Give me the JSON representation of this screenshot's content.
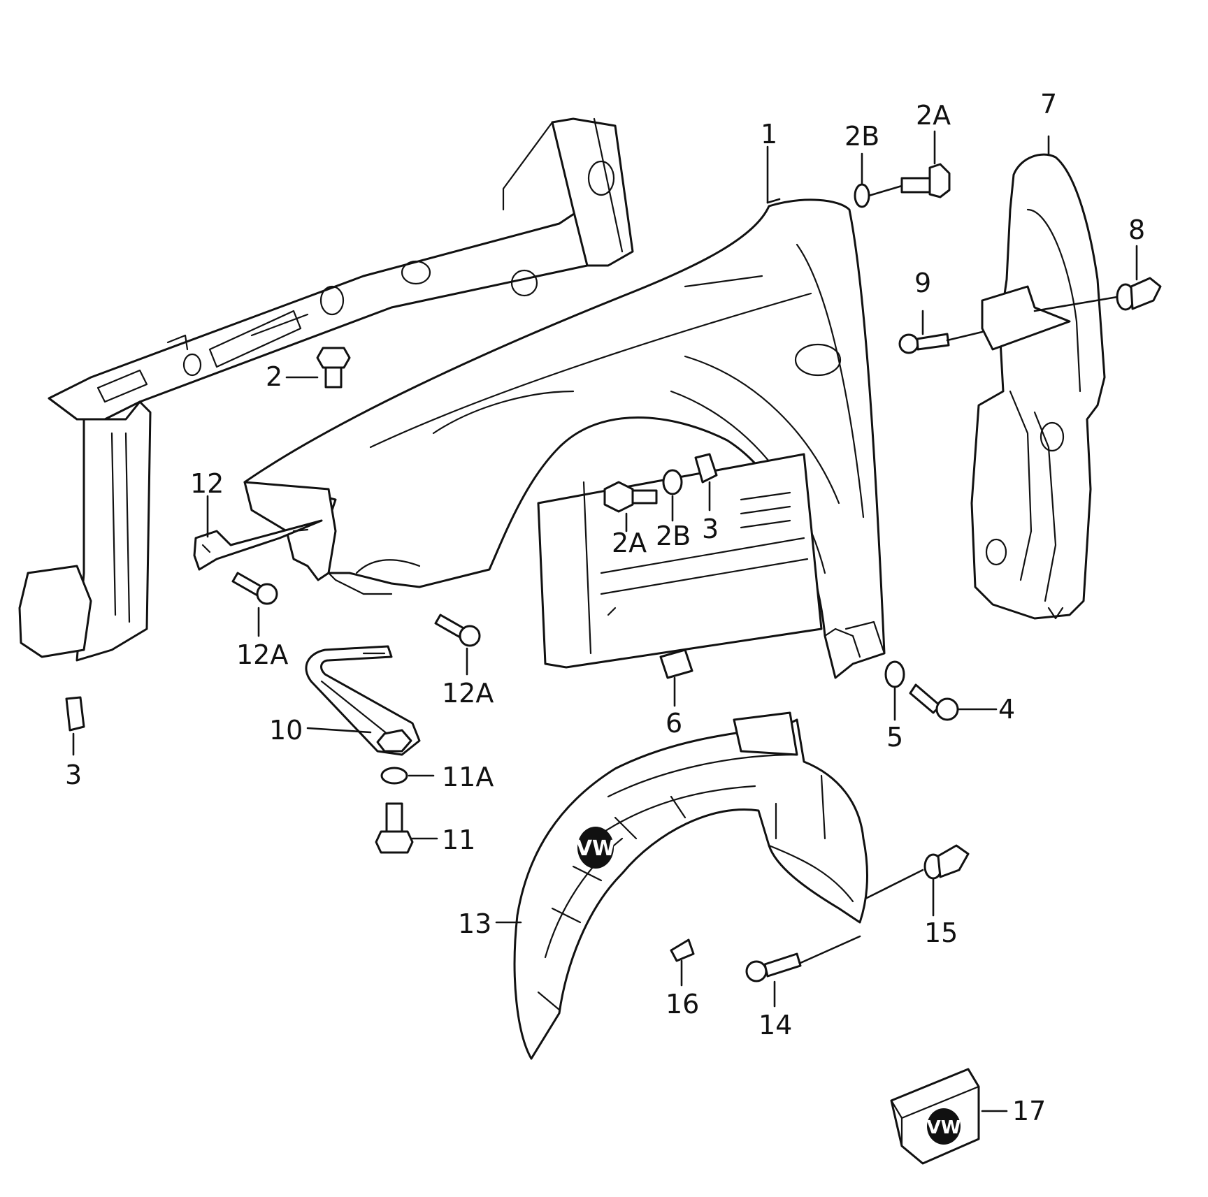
{
  "callouts": {
    "c1": "1",
    "c2": "2",
    "c2A_top": "2A",
    "c2B_top": "2B",
    "c2A_mid": "2A",
    "c2B_mid": "2B",
    "c3_mid": "3",
    "c3_left": "3",
    "c4": "4",
    "c5": "5",
    "c6": "6",
    "c7": "7",
    "c8": "8",
    "c9": "9",
    "c10": "10",
    "c11": "11",
    "c11A": "11A",
    "c12": "12",
    "c12A_left": "12A",
    "c12A_mid": "12A",
    "c13": "13",
    "c14": "14",
    "c15": "15",
    "c16": "16",
    "c17": "17"
  },
  "logo": {
    "mark": "VW"
  },
  "colors": {
    "line": "#111111",
    "background": "#ffffff"
  }
}
